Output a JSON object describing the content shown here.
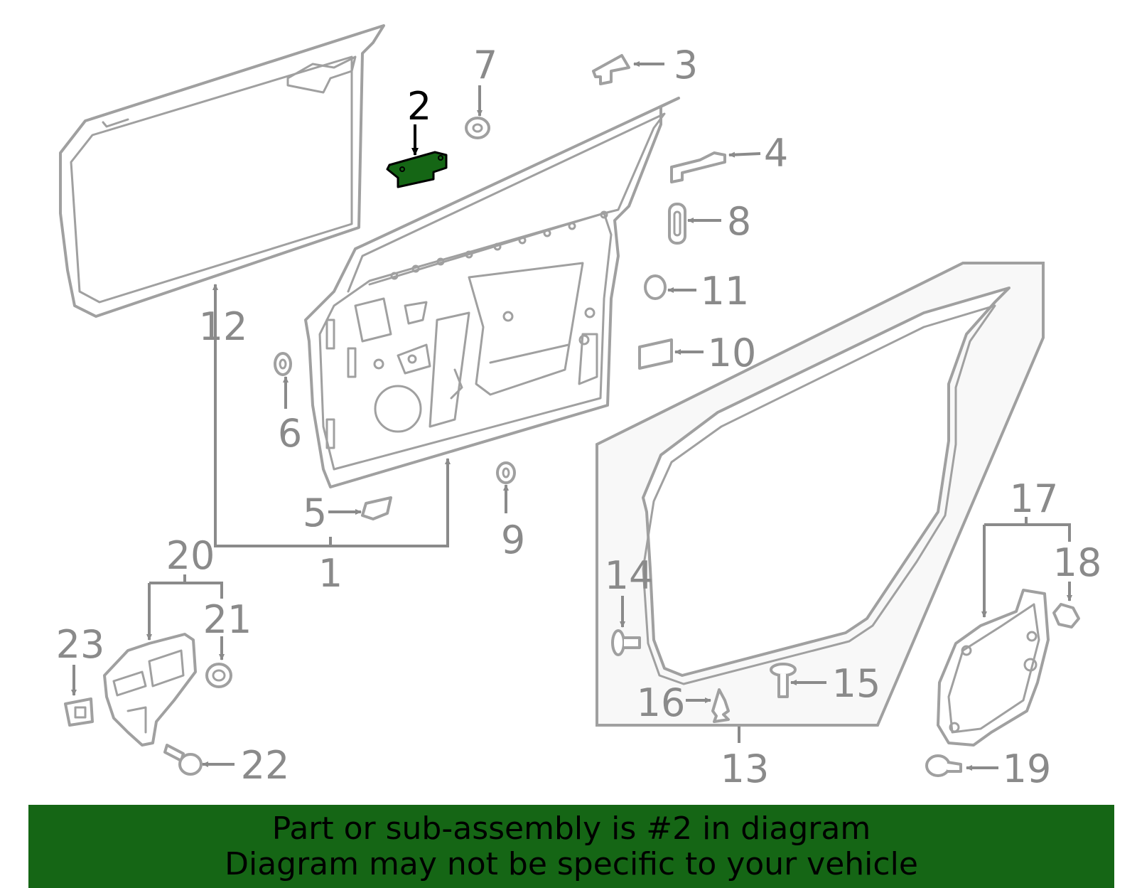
{
  "callouts": {
    "c1": "1",
    "c2": "2",
    "c3": "3",
    "c4": "4",
    "c5": "5",
    "c6": "6",
    "c7": "7",
    "c8": "8",
    "c9": "9",
    "c10": "10",
    "c11": "11",
    "c12": "12",
    "c13": "13",
    "c14": "14",
    "c15": "15",
    "c16": "16",
    "c17": "17",
    "c18": "18",
    "c19": "19",
    "c20": "20",
    "c21": "21",
    "c22": "22",
    "c23": "23"
  },
  "highlight": {
    "part": "2",
    "color": "#156615"
  },
  "colors": {
    "line": "#a0a0a0",
    "label": "#8a8a8a",
    "banner": "#156615"
  },
  "banner": {
    "line1": "Part or sub-assembly is #2 in diagram",
    "line2": "Diagram may not be specific to your vehicle"
  }
}
